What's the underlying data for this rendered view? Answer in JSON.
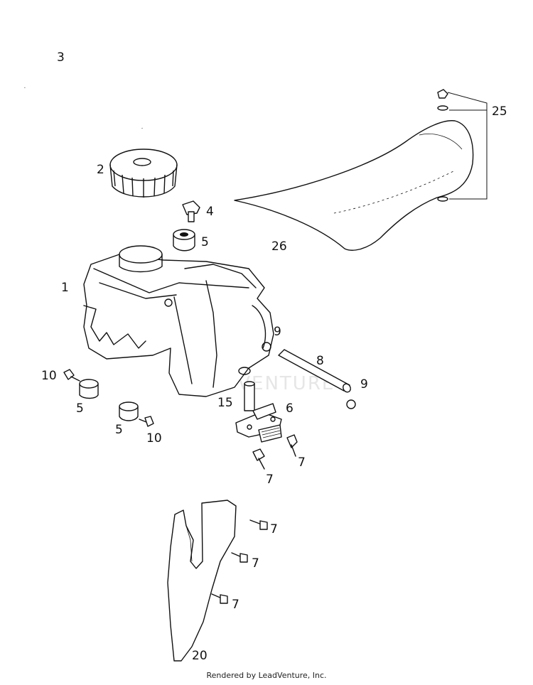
{
  "callouts": {
    "c1": "1",
    "c2": "2",
    "c3": "3",
    "c4": "4",
    "c5a": "5",
    "c5b": "5",
    "c5c": "5",
    "c6": "6",
    "c7a": "7",
    "c7b": "7",
    "c7c": "7",
    "c7d": "7",
    "c7e": "7",
    "c8": "8",
    "c9a": "9",
    "c9b": "9",
    "c10a": "10",
    "c10b": "10",
    "c15": "15",
    "c20": "20",
    "c25": "25",
    "c26": "26"
  },
  "watermark": "LEADVENTURE",
  "footer": "Rendered by LeadVenture, Inc."
}
